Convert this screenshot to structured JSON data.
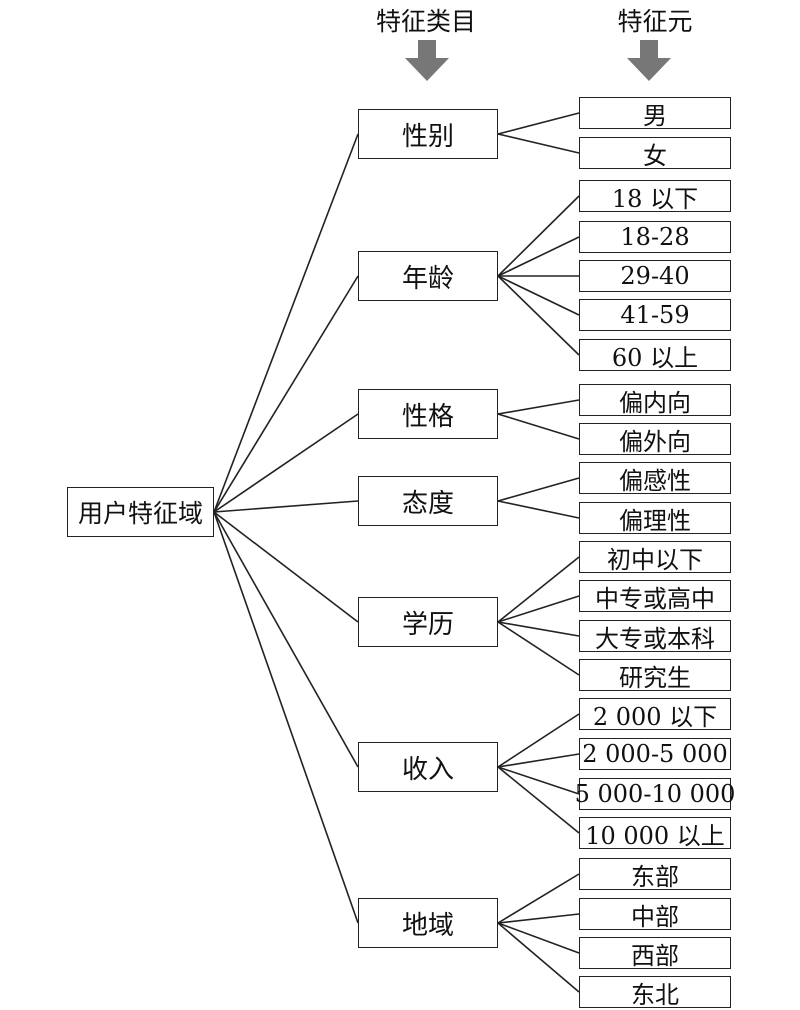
{
  "headers": {
    "category": "特征类目",
    "element": "特征元"
  },
  "root": {
    "label": "用户特征域"
  },
  "categories": [
    {
      "label": "性别",
      "elements": [
        "男",
        "女"
      ]
    },
    {
      "label": "年龄",
      "elements": [
        "18 以下",
        "18-28",
        "29-40",
        "41-59",
        "60 以上"
      ]
    },
    {
      "label": "性格",
      "elements": [
        "偏内向",
        "偏外向"
      ]
    },
    {
      "label": "态度",
      "elements": [
        "偏感性",
        "偏理性"
      ]
    },
    {
      "label": "学历",
      "elements": [
        "初中以下",
        "中专或高中",
        "大专或本科",
        "研究生"
      ]
    },
    {
      "label": "收入",
      "elements": [
        "2 000 以下",
        "2 000-5 000",
        "5 000-10 000",
        "10 000 以上"
      ]
    },
    {
      "label": "地域",
      "elements": [
        "东部",
        "中部",
        "西部",
        "东北"
      ]
    }
  ],
  "colors": {
    "arrow": "#777777",
    "line": "#222222"
  }
}
